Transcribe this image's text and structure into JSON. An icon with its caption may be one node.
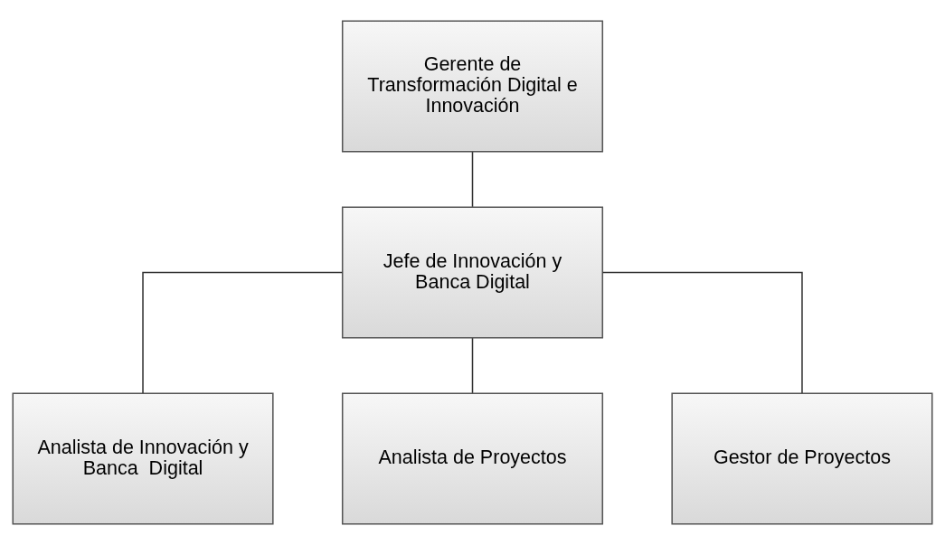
{
  "diagram": {
    "nodes": [
      {
        "text": [
          "Gerente de Transformación Digital e Innovación"
        ]
      },
      {
        "text": [
          "Jefe de Innovación y Banca Digital"
        ]
      },
      {
        "text": [
          "Analista de Innovación y Banca  Digital"
        ]
      },
      {
        "text": [
          "Analista de Proyectos"
        ]
      },
      {
        "text": [
          "Gestor de Proyectos"
        ]
      }
    ],
    "edges": [
      {
        "from": 0,
        "to": 1,
        "arrow": "none"
      },
      {
        "from": 1,
        "to": 2,
        "arrow": "none"
      },
      {
        "from": 1,
        "to": 3,
        "arrow": "none"
      },
      {
        "from": 1,
        "to": 4,
        "arrow": "none"
      }
    ]
  }
}
